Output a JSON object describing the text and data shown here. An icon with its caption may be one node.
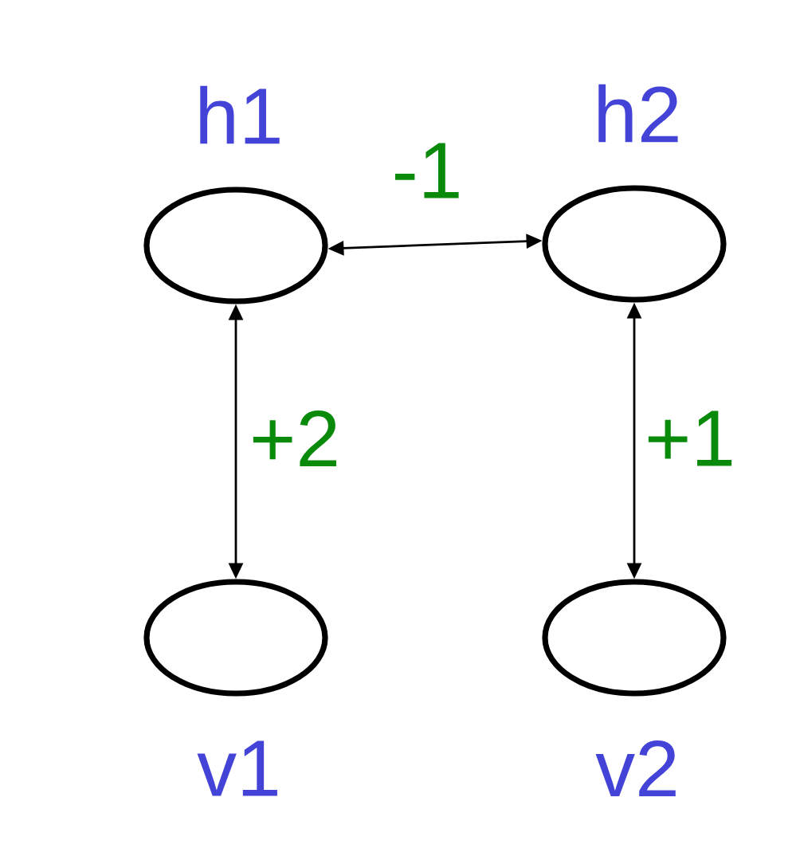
{
  "diagram": {
    "nodes": [
      {
        "text": [
          "h1"
        ]
      },
      {
        "text": [
          "h2"
        ]
      },
      {
        "text": [
          "v1"
        ]
      },
      {
        "text": [
          "v2"
        ]
      }
    ],
    "edges": [
      {
        "from": 0,
        "to": 1,
        "arrow": "both",
        "label": "-1"
      },
      {
        "from": 0,
        "to": 2,
        "arrow": "both",
        "label": "+2"
      },
      {
        "from": 1,
        "to": 3,
        "arrow": "both",
        "label": "+1"
      }
    ]
  }
}
